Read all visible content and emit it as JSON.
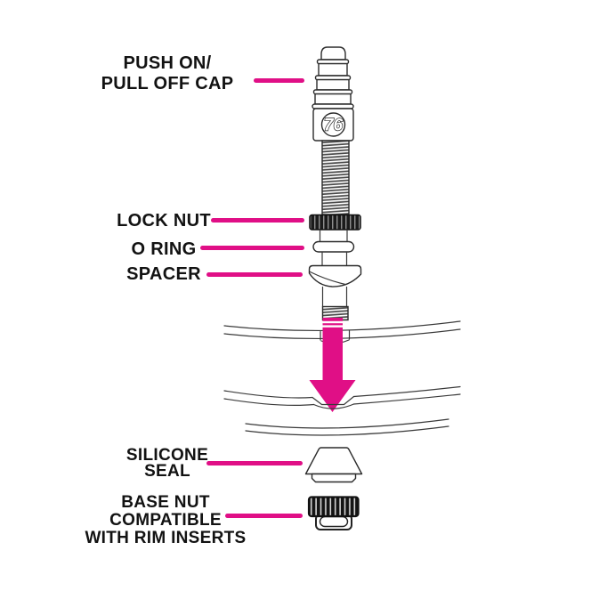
{
  "colors": {
    "accent_pink": "#E00F86",
    "line_ink": "#2B2B2B",
    "nut_dark": "#161616"
  },
  "valve": {
    "logo": "76"
  },
  "callouts": {
    "cap": {
      "lines": [
        "PUSH ON/",
        "PULL OFF CAP"
      ]
    },
    "lock_nut": {
      "label": "LOCK NUT"
    },
    "o_ring": {
      "label": "O RING"
    },
    "spacer": {
      "label": "SPACER"
    },
    "silicone_seal": {
      "lines": [
        "SILICONE",
        "SEAL"
      ]
    },
    "base_nut": {
      "lines": [
        "BASE NUT",
        "COMPATIBLE",
        "WITH RIM INSERTS"
      ]
    }
  }
}
